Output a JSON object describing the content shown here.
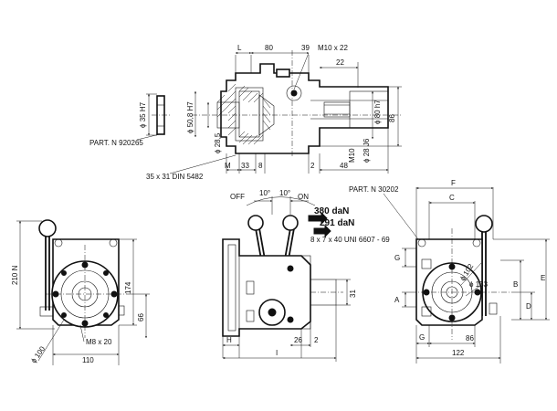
{
  "labels": {
    "top": {
      "L": "L",
      "d80": "80",
      "d39": "39",
      "m10x22": "M10 x 22",
      "d22": "22",
      "phi35h7": "ϕ 35 H7",
      "phi508h7": "ϕ 50,8 H7",
      "phi285": "ϕ 28,5",
      "phi80h7": "ϕ 80 h7",
      "phi28j6": "ϕ 28 J6",
      "m10": "M10",
      "d48": "48",
      "d86": "86",
      "M": "M",
      "d33": "33",
      "d8": "8",
      "d2": "2",
      "part1": "PART. N 920265",
      "key": "35 x 31 DIN 5482"
    },
    "left": {
      "d210n": "210 N",
      "d174": "174",
      "d66": "66",
      "m8x20": "M8 x 20",
      "phi100": "ϕ 100",
      "d110": "110"
    },
    "middle": {
      "off": "OFF",
      "deg10a": "10°",
      "deg10b": "10°",
      "on": "ON",
      "force1": "380 daN",
      "force2": "291 daN",
      "spline": "8 x 7 x 40  UNI 6607 - 69",
      "d31": "31",
      "H": "H",
      "I": "I",
      "d26": "26",
      "d2b": "2"
    },
    "right": {
      "part2": "PART. N 30202",
      "F": "F",
      "C": "C",
      "G": "G",
      "E": "E",
      "phi102": "ϕ 102",
      "phi133": "ϕ 133",
      "B": "B",
      "A": "A",
      "D": "D",
      "G2": "G",
      "d86b": "86",
      "d122": "122"
    }
  }
}
